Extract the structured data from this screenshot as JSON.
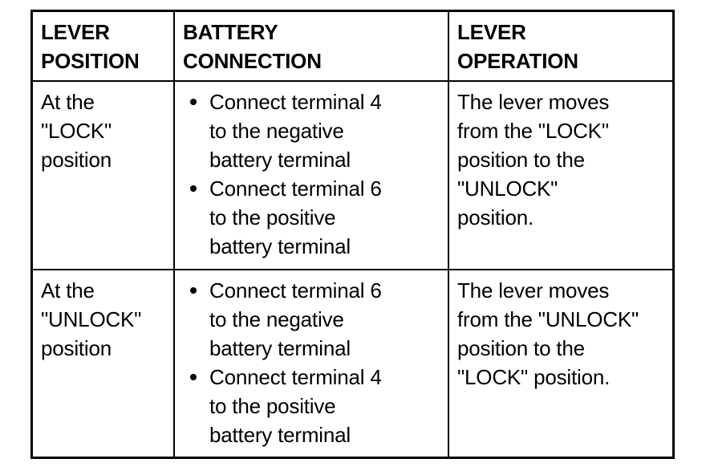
{
  "table": {
    "headers": [
      {
        "lines": [
          "LEVER",
          "POSITION"
        ]
      },
      {
        "lines": [
          "BATTERY",
          "CONNECTION"
        ]
      },
      {
        "lines": [
          "LEVER",
          "OPERATION"
        ]
      }
    ],
    "rows": [
      {
        "lever_position": {
          "lines": [
            "At the",
            "\"LOCK\"",
            "position"
          ]
        },
        "battery_connection": {
          "bullets": [
            {
              "lines": [
                "Connect terminal 4",
                "to the negative",
                "battery terminal"
              ]
            },
            {
              "lines": [
                "Connect terminal 6",
                "to the positive",
                "battery terminal"
              ]
            }
          ]
        },
        "lever_operation": {
          "lines": [
            "The lever moves",
            "from the \"LOCK\"",
            "position to the",
            "\"UNLOCK\"",
            "position."
          ]
        }
      },
      {
        "lever_position": {
          "lines": [
            "At the",
            "\"UNLOCK\"",
            "position"
          ]
        },
        "battery_connection": {
          "bullets": [
            {
              "lines": [
                "Connect terminal 6",
                "to the negative",
                "battery terminal"
              ]
            },
            {
              "lines": [
                "Connect terminal 4",
                "to the positive",
                "battery terminal"
              ]
            }
          ]
        },
        "lever_operation": {
          "lines": [
            "The lever moves",
            "from the \"UNLOCK\"",
            "position to the",
            "\"LOCK\" position."
          ]
        }
      }
    ]
  },
  "colors": {
    "border": "#000000",
    "text": "#000000",
    "background": "#ffffff"
  }
}
